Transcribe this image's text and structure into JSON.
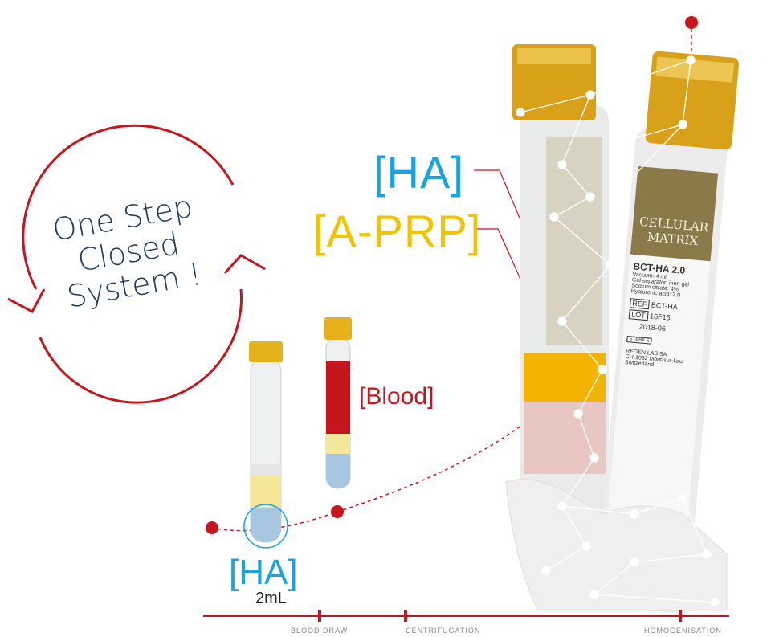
{
  "circle": {
    "lines": [
      "One Step",
      "Closed",
      "System !"
    ]
  },
  "labels": {
    "ha_top": "[HA]",
    "aprp": "[A-PRP]",
    "blood": "[Blood]",
    "ha_bottom": "[HA]",
    "volume": "2mL"
  },
  "tube_label": {
    "brand_line1": "CELLULAR",
    "brand_line2": "MATRIX",
    "product": "BCT-HA 2.0",
    "spec1": "Vacuum:    4 ml",
    "spec2": "Gel separator: inert gel",
    "spec3": "Sodium citrate: 4%",
    "spec4": "Hyaluronic acid: 2.0",
    "ref": "REF",
    "ref_value": "BCT-HA",
    "lot": "LOT",
    "lot_value": "16F15",
    "date": "2018-06",
    "sterile": "STERILE",
    "company1": "REGEN LAB SA",
    "company2": "CH-1052 Mont-sur-Lau",
    "company3": "Switzerland"
  },
  "timeline": {
    "steps": [
      "BLOOD DRAW",
      "CENTRIFUGATION",
      "HOMOGENISATION"
    ]
  },
  "colors": {
    "red": "#c4161c",
    "blue": "#1aa3e0",
    "yellow": "#f2c300",
    "navy": "#1f3a5a"
  }
}
